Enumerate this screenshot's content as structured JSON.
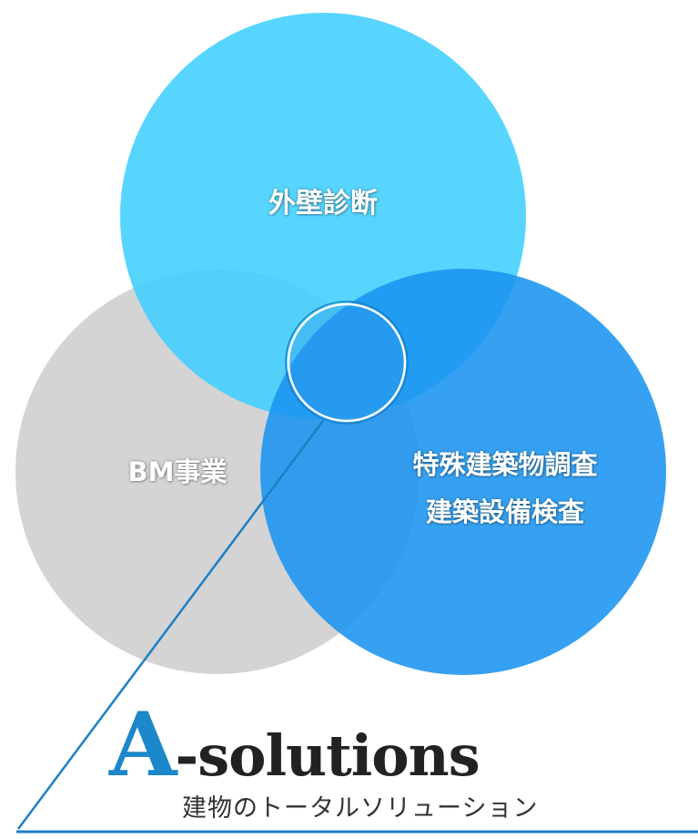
{
  "diagram": {
    "circles": {
      "top": {
        "label": "外壁診断",
        "color": "#40cfff"
      },
      "left": {
        "label": "BM事業",
        "color": "#d0d0d0"
      },
      "right": {
        "lines": [
          "特殊建築物調査",
          "建築設備検査"
        ],
        "color": "#1a94f0"
      }
    },
    "accent_color": "#1c7fc4"
  },
  "brand": {
    "letter": "A",
    "rest": "-solutions",
    "tagline": "建物のトータルソリューション",
    "letter_color": "#1c87c9"
  }
}
